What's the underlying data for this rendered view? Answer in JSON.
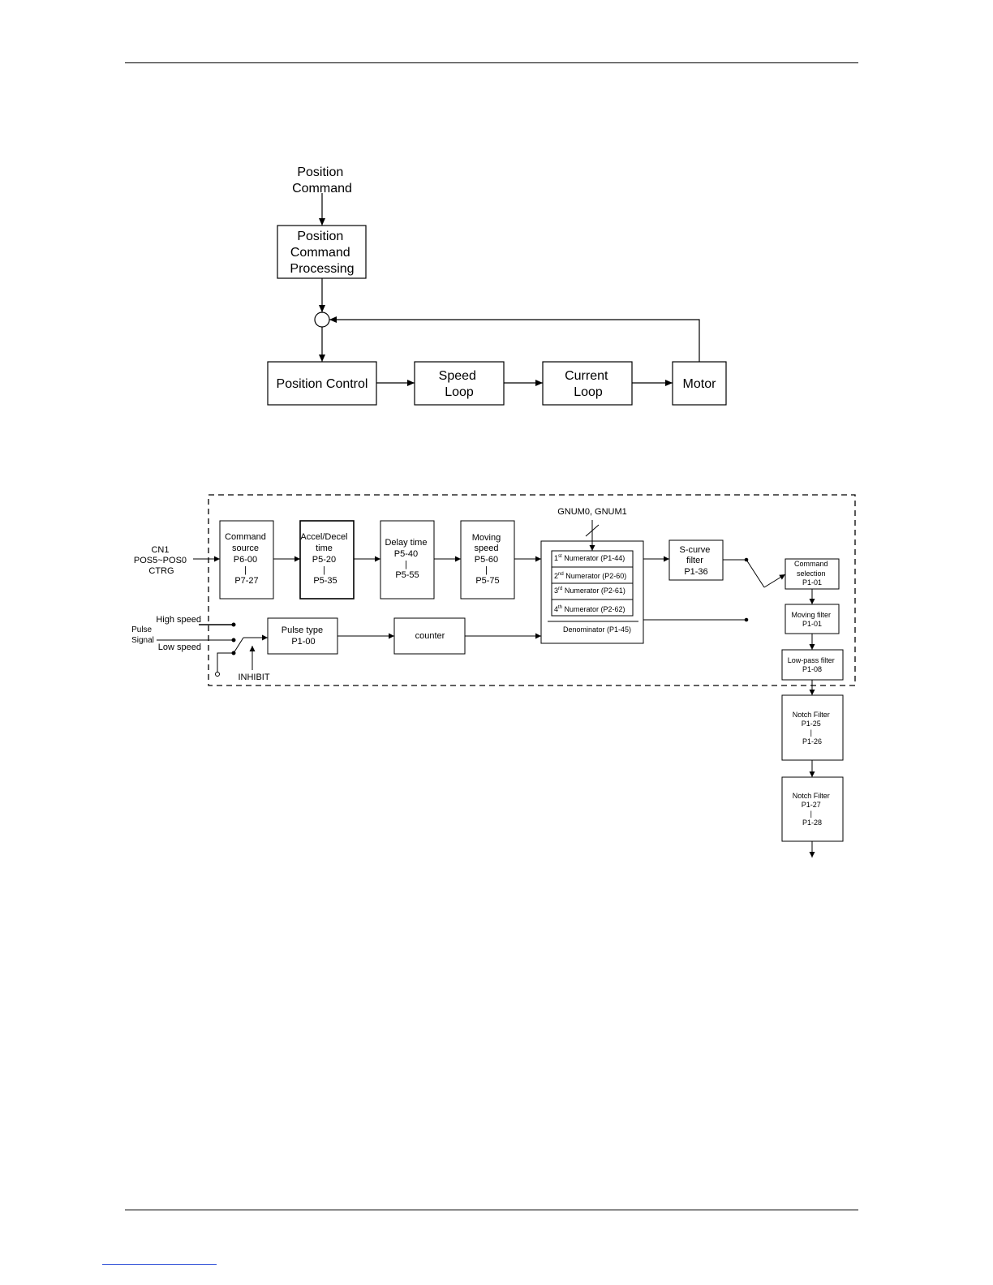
{
  "diagram1": {
    "input": [
      "Position",
      "Command"
    ],
    "processing": [
      "Position",
      "Command",
      "Processing"
    ],
    "position_control": "Position Control",
    "speed_loop": [
      "Speed",
      "Loop"
    ],
    "current_loop": [
      "Current",
      "Loop"
    ],
    "motor": "Motor"
  },
  "diagram2": {
    "cn1": [
      "CN1",
      "POS5~POS0",
      "CTRG"
    ],
    "command_source": [
      "Command",
      "source",
      "P6-00",
      "|",
      "P7-27"
    ],
    "accel_decel": [
      "Accel/Decel",
      "time",
      "P5-20",
      "|",
      "P5-35"
    ],
    "delay_time": [
      "Delay time",
      "P5-40",
      "|",
      "P5-55"
    ],
    "moving_speed": [
      "Moving",
      "speed",
      "P5-60",
      "|",
      "P5-75"
    ],
    "gnum": "GNUM0, GNUM1",
    "numerators": [
      {
        "ord": "1",
        "sup": "st",
        "rest": " Numerator (P1-44)"
      },
      {
        "ord": "2",
        "sup": "nd",
        "rest": " Numerator (P2-60)"
      },
      {
        "ord": "3",
        "sup": "rd",
        "rest": " Numerator (P2-61)"
      },
      {
        "ord": "4",
        "sup": "th",
        "rest": " Numerator (P2-62)"
      }
    ],
    "denominator": "Denominator (P1-45)",
    "s_curve": [
      "S-curve",
      "filter",
      "P1-36"
    ],
    "command_selection": [
      "Command",
      "selection",
      "P1-01"
    ],
    "moving_filter": [
      "Moving filter",
      "P1-01"
    ],
    "low_pass": [
      "Low-pass filter",
      "P1-08"
    ],
    "notch1": [
      "Notch Filter",
      "P1-25",
      "|",
      "P1-26"
    ],
    "notch2": [
      "Notch Filter",
      "P1-27",
      "|",
      "P1-28"
    ],
    "high_speed": "High speed",
    "pulse_signal": [
      "Pulse",
      "Signal"
    ],
    "low_speed": "Low speed",
    "inhibit": "INHIBIT",
    "pulse_type": [
      "Pulse type",
      "P1-00"
    ],
    "counter": "counter"
  }
}
